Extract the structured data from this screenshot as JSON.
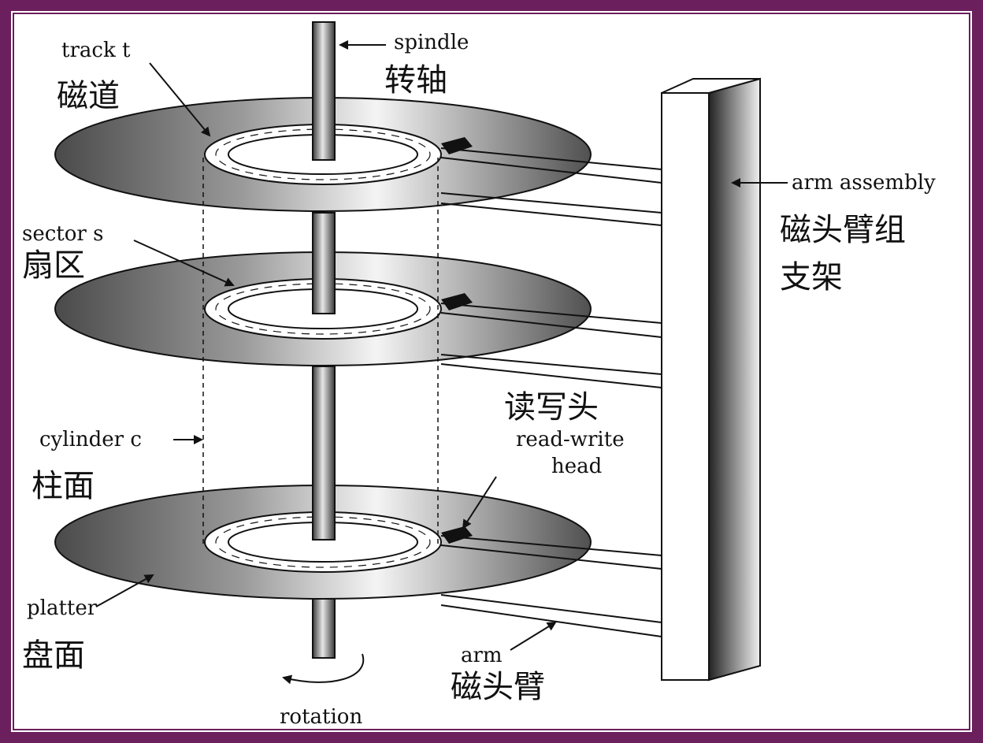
{
  "labels": {
    "track_en": "track t",
    "track_zh": "磁道",
    "spindle_en": "spindle",
    "spindle_zh": "转轴",
    "arm_assembly_en": "arm assembly",
    "arm_assembly_zh_1": "磁头臂组",
    "arm_assembly_zh_2": "支架",
    "sector_en": "sector s",
    "sector_zh": "扇区",
    "rw_head_zh": "读写头",
    "rw_head_en_1": "read-write",
    "rw_head_en_2": "head",
    "cylinder_en": "cylinder c",
    "cylinder_zh": "柱面",
    "platter_en": "platter",
    "platter_zh": "盘面",
    "arm_en": "arm",
    "arm_zh": "磁头臂",
    "rotation_en": "rotation"
  },
  "colors": {
    "border": "#6b1f5c",
    "ink": "#111111",
    "platter_dark": "#555555",
    "platter_light": "#f2f2f2"
  }
}
